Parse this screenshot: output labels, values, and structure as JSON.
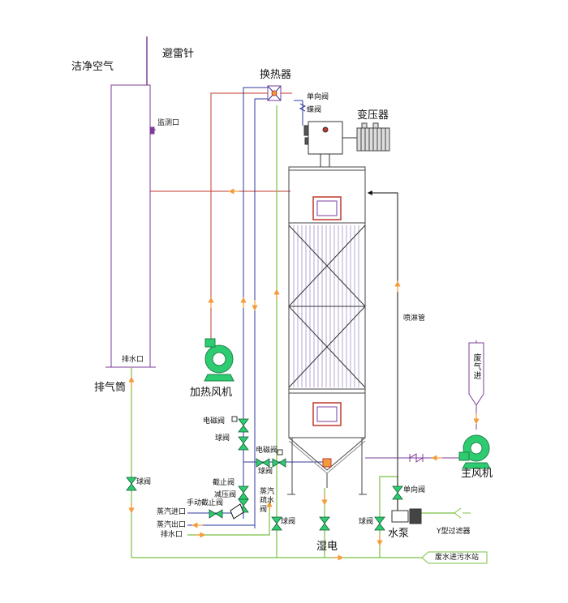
{
  "labels": {
    "clean_air": "洁净空气",
    "lightning_rod": "避雷针",
    "monitoring_port": "监测口",
    "heat_exchanger": "换热器",
    "check_valve_top": "单向阀",
    "butterfly_valve": "蝶阀",
    "transformer": "变压器",
    "spray_pipe": "喷淋管",
    "drain_port_stack": "排水口",
    "exhaust_stack": "排气筒",
    "heating_fan": "加热风机",
    "solenoid_valve_1": "电磁阀",
    "ball_valve_1": "球阀",
    "solenoid_valve_2": "电磁阀",
    "ball_valve_2": "球阀",
    "stop_valve": "截止阀",
    "pressure_reducing_valve": "减压阀",
    "manual_stop_valve": "手动截止阀",
    "steam_trap": "蒸汽疏水阀",
    "steam_inlet": "蒸汽进口",
    "steam_outlet": "蒸汽出口",
    "drain_port_bottom": "排水口",
    "ball_valve_stack": "球阀",
    "ball_valve_bottom1": "球阀",
    "ball_valve_bottom2": "球阀",
    "wet_electric": "湿电",
    "water_pump": "水泵",
    "y_filter": "Y型过滤器",
    "check_valve_bottom": "单向阀",
    "main_fan": "主风机",
    "waste_gas_inlet": "废气进",
    "wastewater_out": "废水进污水站"
  },
  "colors": {
    "exhaust_pipe": "#7d3c98",
    "hot_air_pipe": "#c0392b",
    "steam_pipe": "#2e3a9e",
    "water_pipe": "#7ac143",
    "spray_pipe": "#111111",
    "flow_arrow": "#f39c3c",
    "fan_fill": "#2ecc71",
    "valve_fill": "#2ecc71"
  }
}
